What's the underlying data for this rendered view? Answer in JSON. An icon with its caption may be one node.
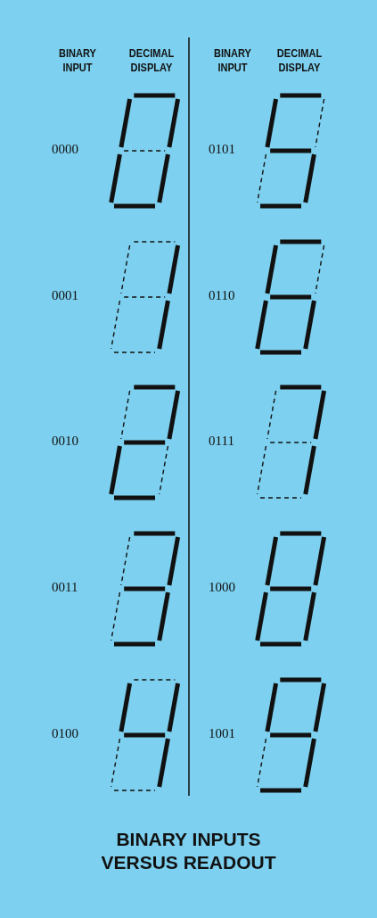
{
  "diagram": {
    "caption": "BINARY INPUTS VERSUS READOUT",
    "labels": [
      "BINARY INPUT",
      "DECIMAL DISPLAY",
      "BINARY INPUT",
      "DECIMAL DISPLAY",
      "0000",
      "0101",
      "0001",
      "0110",
      "0010",
      "0111",
      "0011",
      "1000",
      "0100",
      "1001"
    ]
  }
}
